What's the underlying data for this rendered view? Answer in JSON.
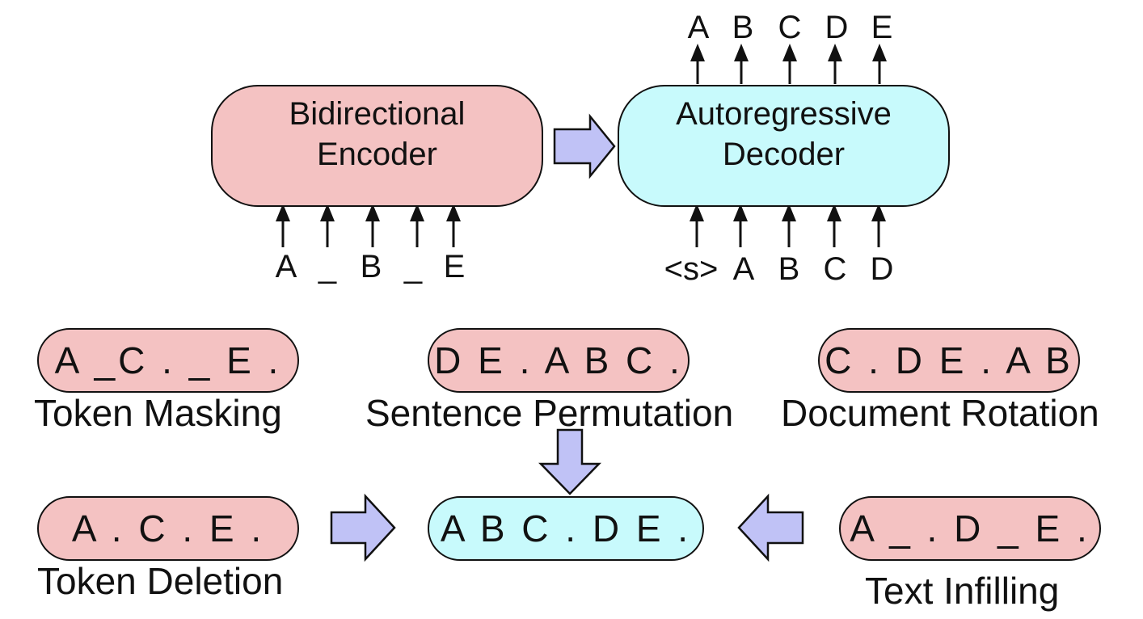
{
  "encoder": {
    "line1": "Bidirectional",
    "line2": "Encoder",
    "inputs": [
      "A",
      "_",
      "B",
      "_",
      "E"
    ]
  },
  "decoder": {
    "line1": "Autoregressive",
    "line2": "Decoder",
    "inputs": [
      "<s>",
      "A",
      "B",
      "C",
      "D"
    ],
    "outputs": [
      "A",
      "B",
      "C",
      "D",
      "E"
    ]
  },
  "transforms": {
    "token_masking": {
      "sequence": "A _C . _ E .",
      "label": "Token Masking"
    },
    "sentence_permutation": {
      "sequence": "D E . A B C .",
      "label": "Sentence Permutation"
    },
    "document_rotation": {
      "sequence": "C . D E . A B",
      "label": "Document Rotation"
    },
    "token_deletion": {
      "sequence": "A . C . E .",
      "label": "Token Deletion"
    },
    "original": {
      "sequence": "A B C . D E ."
    },
    "text_infilling": {
      "sequence": "A _ . D _ E .",
      "label": "Text Infilling"
    }
  },
  "colors": {
    "encoder_fill": "#f4c2c2",
    "decoder_fill": "#c8fafc",
    "block_arrow_fill": "#c0c2f6"
  }
}
